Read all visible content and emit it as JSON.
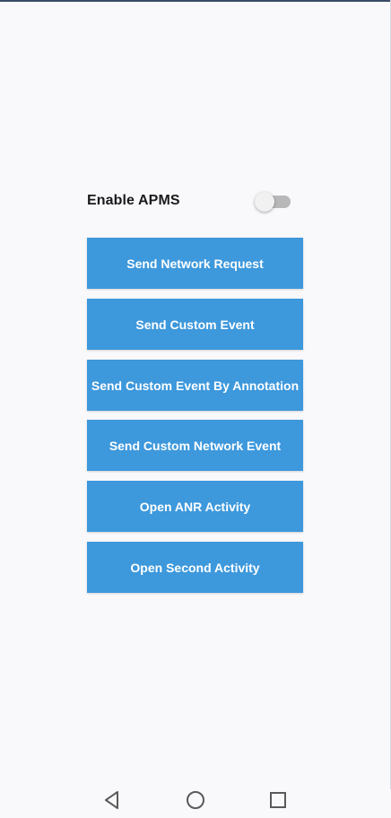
{
  "settings": {
    "toggle_label": "Enable APMS",
    "toggle_enabled": false
  },
  "buttons": [
    {
      "label": "Send Network Request"
    },
    {
      "label": "Send Custom Event"
    },
    {
      "label": "Send Custom Event By Annotation"
    },
    {
      "label": "Send Custom Network Event"
    },
    {
      "label": "Open ANR Activity"
    },
    {
      "label": "Open Second Activity"
    }
  ],
  "nav": {
    "back_icon": "triangle-left-icon",
    "home_icon": "circle-icon",
    "recents_icon": "square-icon"
  },
  "colors": {
    "button_bg": "#3d98dc",
    "background": "#f9f8fb"
  }
}
